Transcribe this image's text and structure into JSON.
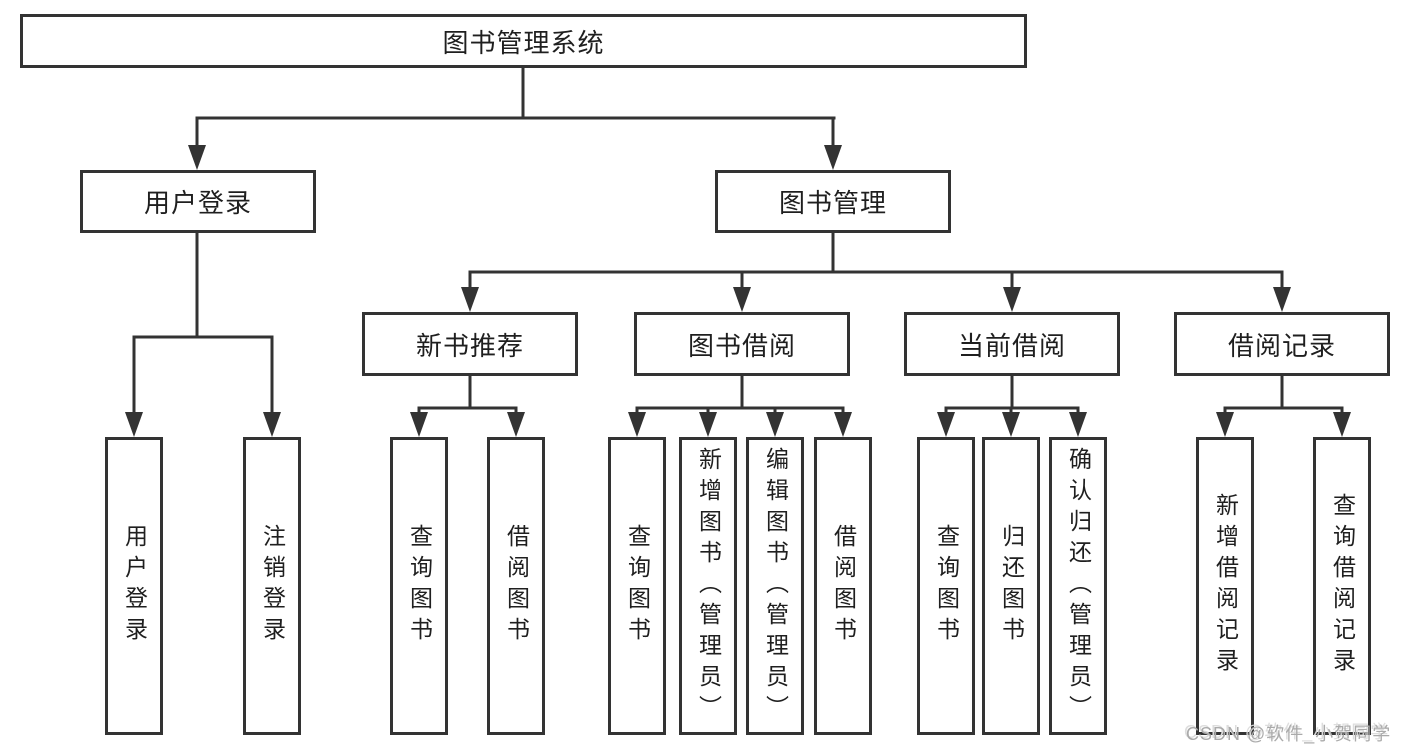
{
  "diagram": {
    "root": {
      "label": "图书管理系统"
    },
    "user_branch": {
      "label": "用户登录",
      "leaves": [
        "用户登录",
        "注销登录"
      ]
    },
    "book_branch": {
      "label": "图书管理",
      "groups": [
        {
          "label": "新书推荐",
          "leaves": [
            "查询图书",
            "借阅图书"
          ]
        },
        {
          "label": "图书借阅",
          "leaves": [
            "查询图书",
            "新增图书（管理员）",
            "编辑图书（管理员）",
            "借阅图书"
          ]
        },
        {
          "label": "当前借阅",
          "leaves": [
            "查询图书",
            "归还图书",
            "确认归还（管理员）"
          ]
        },
        {
          "label": "借阅记录",
          "leaves": [
            "新增借阅记录",
            "查询借阅记录"
          ]
        }
      ]
    },
    "watermark": "CSDN @软件_小贺同学",
    "colors": {
      "line": "#333333",
      "box_border": "#333333",
      "box_fill": "#ffffff",
      "text": "#1f1f1f",
      "watermark": "#aaaaaa",
      "background": "#ffffff"
    }
  }
}
